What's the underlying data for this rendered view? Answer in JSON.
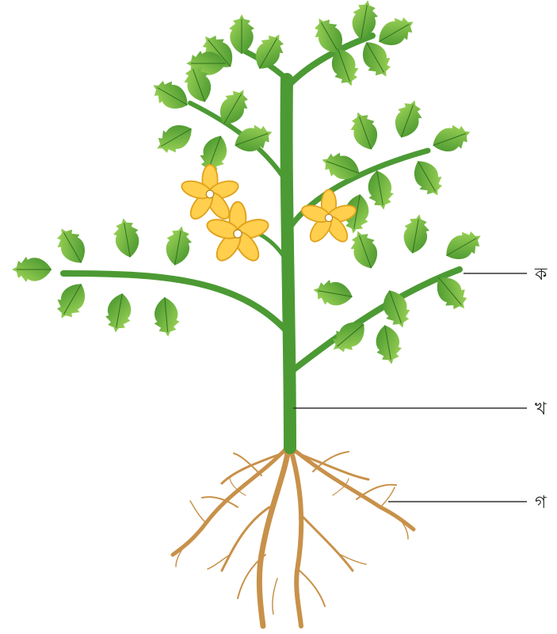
{
  "labels": {
    "leaf": "ক",
    "stem": "খ",
    "root": "গ"
  },
  "colors": {
    "leaf_light": "#8fd04a",
    "leaf_dark": "#3f8f2a",
    "stem": "#4c9a34",
    "flower": "#ffcf4d",
    "flower_edge": "#e0a21c",
    "root": "#c8914a",
    "pointer_line": "#333333"
  }
}
